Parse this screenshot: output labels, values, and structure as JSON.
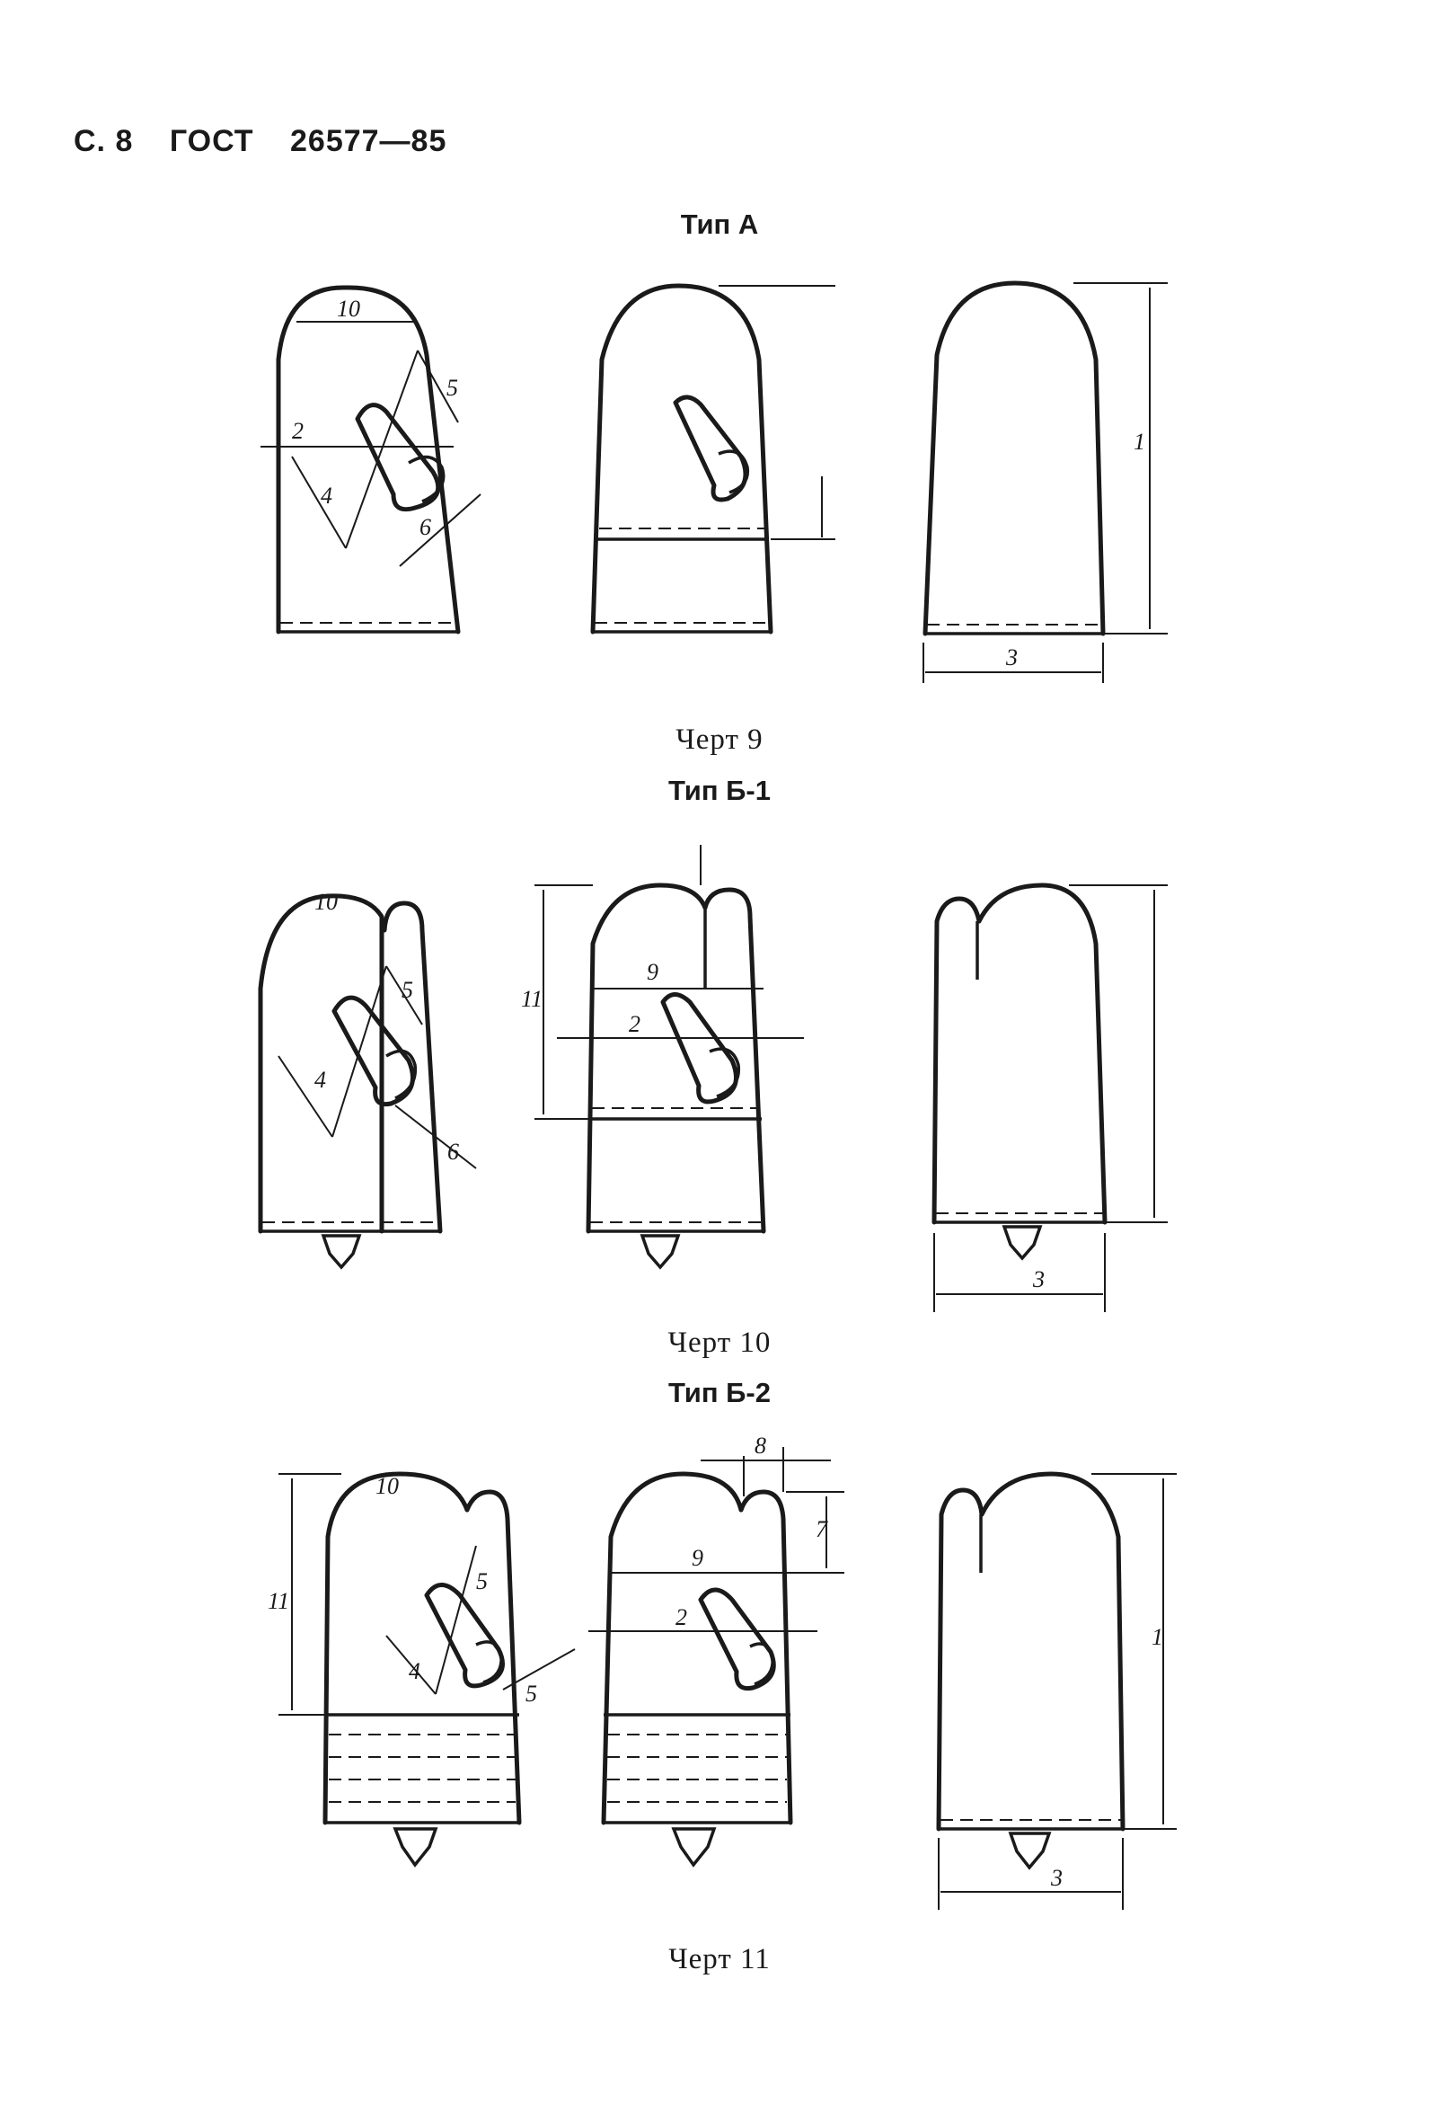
{
  "header": {
    "page": "С. 8",
    "standard": "ГОСТ",
    "number": "26577—85"
  },
  "sections": [
    {
      "title": "Тип А",
      "caption": "Черт 9"
    },
    {
      "title": "Тип Б-1",
      "caption": "Черт 10"
    },
    {
      "title": "Тип Б-2",
      "caption": "Черт 11"
    }
  ],
  "dims": {
    "a": [
      "10",
      "2",
      "5",
      "4",
      "6",
      "1",
      "3"
    ],
    "b1": [
      "10",
      "5",
      "4",
      "6",
      "11",
      "9",
      "2",
      "3"
    ],
    "b2": [
      "10",
      "11",
      "5",
      "5",
      "4",
      "8",
      "7",
      "9",
      "2",
      "1",
      "3"
    ]
  }
}
